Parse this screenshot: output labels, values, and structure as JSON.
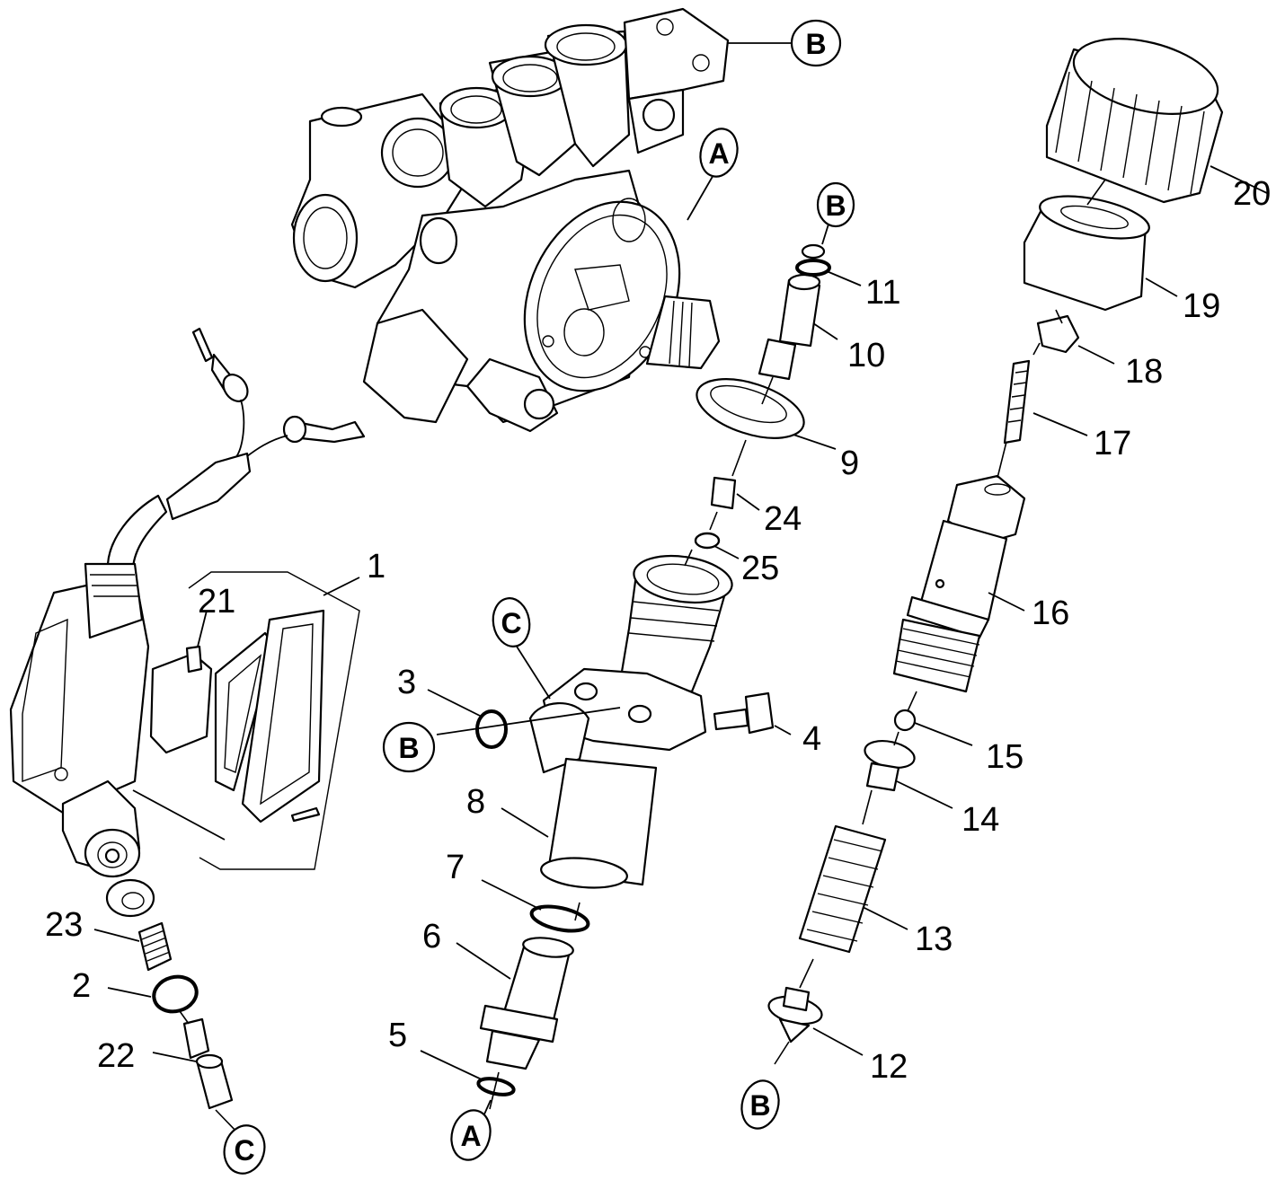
{
  "callouts": {
    "n1": "1",
    "n2": "2",
    "n3": "3",
    "n4": "4",
    "n5": "5",
    "n6": "6",
    "n7": "7",
    "n8": "8",
    "n9": "9",
    "n10": "10",
    "n11": "11",
    "n12": "12",
    "n13": "13",
    "n14": "14",
    "n15": "15",
    "n16": "16",
    "n17": "17",
    "n18": "18",
    "n19": "19",
    "n20": "20",
    "n21": "21",
    "n22": "22",
    "n23": "23",
    "n24": "24",
    "n25": "25"
  },
  "references": {
    "b_top": "B",
    "a_top": "A",
    "b_mid": "B",
    "c_mid": "C",
    "b_left": "B",
    "a_bottom": "A",
    "b_bottom": "B",
    "c_bottom": "C"
  }
}
